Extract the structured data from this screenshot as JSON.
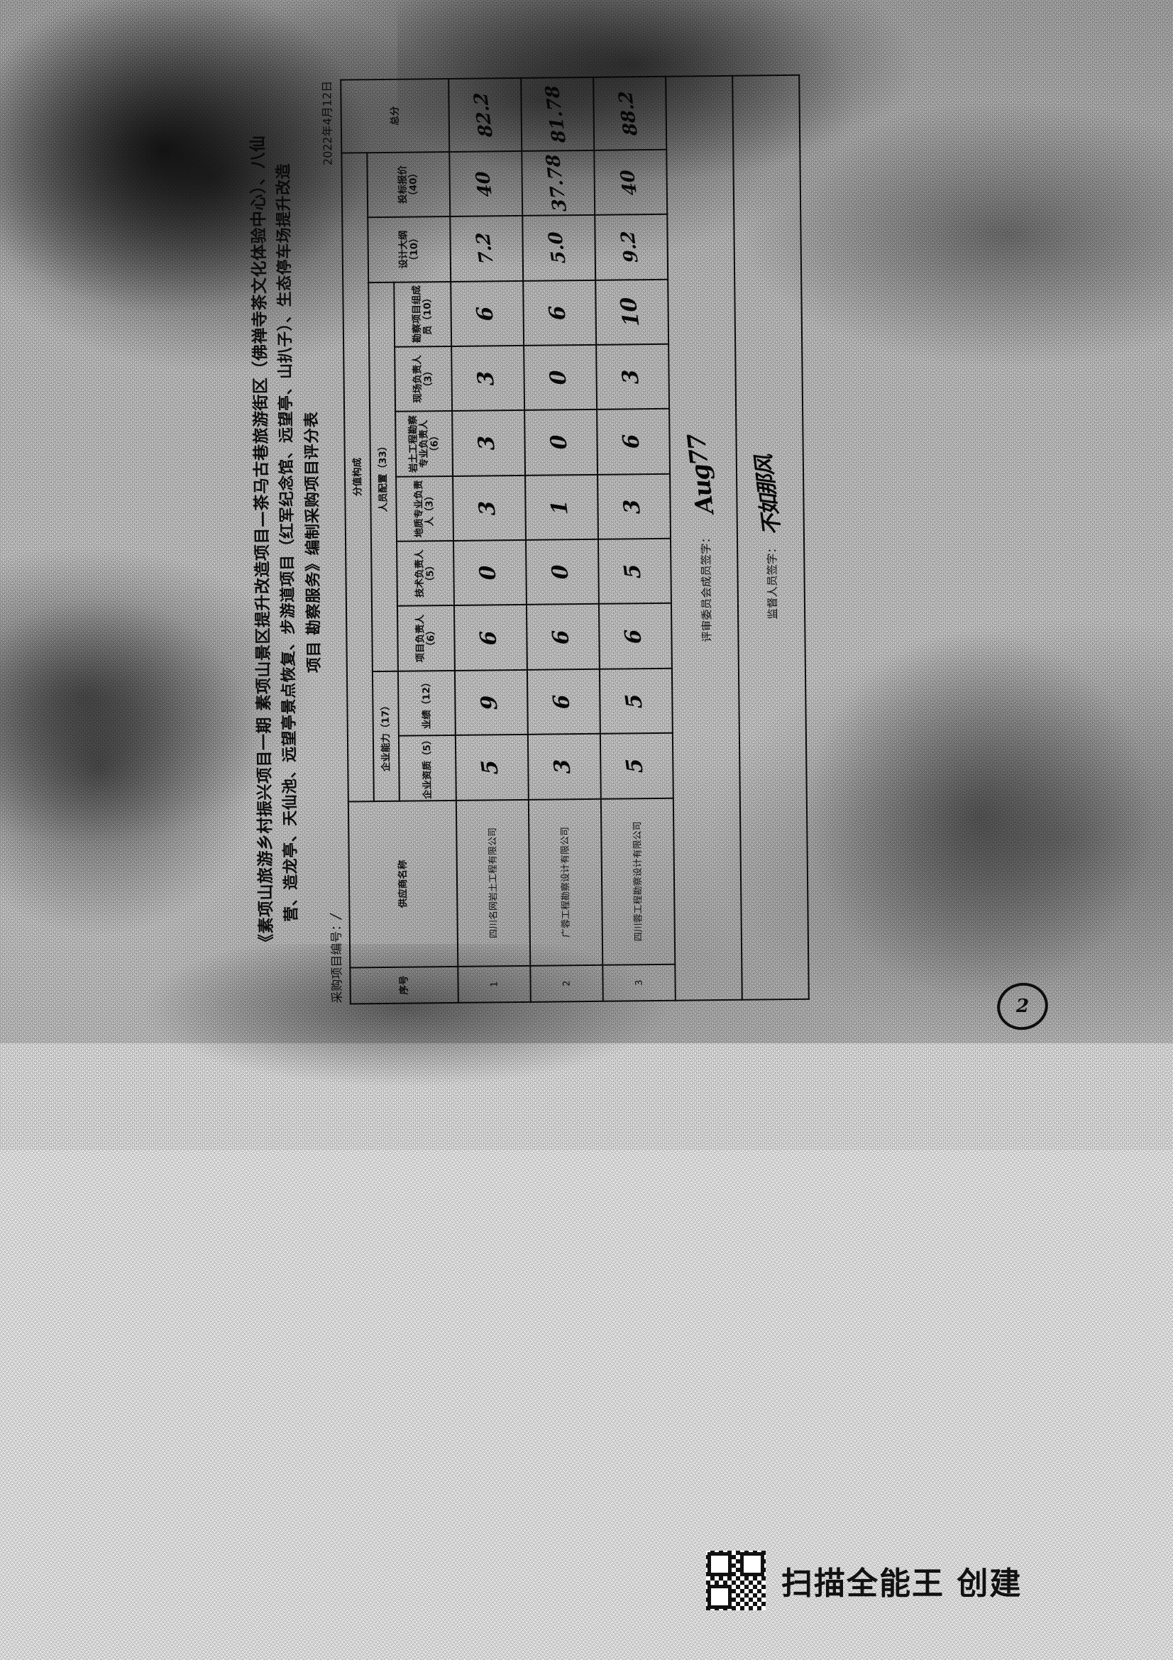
{
  "document": {
    "title_line1": "《素项山旅游乡村振兴项目一期 素项山景区提升改造项目—茶马古巷旅游街区（佛禅寺茶文化体验中心）、八仙",
    "title_line2": "营、造龙亭、天仙池、远望亭景点恢复、步游道项目（红军纪念馆、远望亭、山扒子）、生态停车场提升改造",
    "title_line3": "项目 勘察服务》编制采购项目评分表",
    "meta_left_label": "采购项目编号：",
    "meta_left_value": "/",
    "meta_right_date": "2022年4月12日",
    "page_mark": "2"
  },
  "table": {
    "group_headers": {
      "capability": "企业能力（17）",
      "staffing": "人员配置（33）",
      "section_label": "分值构成"
    },
    "columns": {
      "no": "序号",
      "supplier": "供应商名称",
      "qualification": "企业资质（5）",
      "performance": "业绩（12）",
      "project_leader": "项目负责人（6）",
      "tech_leader": "技术负责人（5）",
      "geology_leader": "地质专业负责人（3）",
      "geotech_survey_leader": "岩土工程勘察专业负责人（6）",
      "site_leader": "现场负责人（3）",
      "survey_team": "勘察项目组成员（10）",
      "design_outline": "设计大纲（10）",
      "bid_price": "投标报价（40）",
      "total": "总分"
    },
    "rows": [
      {
        "no": "1",
        "supplier": "四川名网岩土工程有限公司",
        "qualification": "5",
        "performance": "9",
        "project_leader": "6",
        "tech_leader": "0",
        "geology_leader": "3",
        "geotech_survey_leader": "3",
        "site_leader": "3",
        "survey_team": "6",
        "design_outline": "7.2",
        "bid_price": "40",
        "total": "82.2"
      },
      {
        "no": "2",
        "supplier": "广蓉工程勘察设计有限公司",
        "qualification": "3",
        "performance": "6",
        "project_leader": "6",
        "tech_leader": "0",
        "geology_leader": "1",
        "geotech_survey_leader": "0",
        "site_leader": "0",
        "survey_team": "6",
        "design_outline": "5.0",
        "bid_price": "37.78",
        "total": "81.78"
      },
      {
        "no": "3",
        "supplier": "四川蓉工程勘察设计有限公司",
        "qualification": "5",
        "performance": "5",
        "project_leader": "6",
        "tech_leader": "5",
        "geology_leader": "3",
        "geotech_survey_leader": "6",
        "site_leader": "3",
        "survey_team": "10",
        "design_outline": "9.2",
        "bid_price": "40",
        "total": "88.2"
      }
    ],
    "footer_rows": [
      {
        "label": "评审委员会成员签字：",
        "handwriting": "Aug77"
      },
      {
        "label": "监督人员签字：",
        "handwriting": "不如那风"
      }
    ]
  },
  "watermark": {
    "brand": "扫描全能王  创建",
    "qr_name": "qr-code-icon"
  }
}
